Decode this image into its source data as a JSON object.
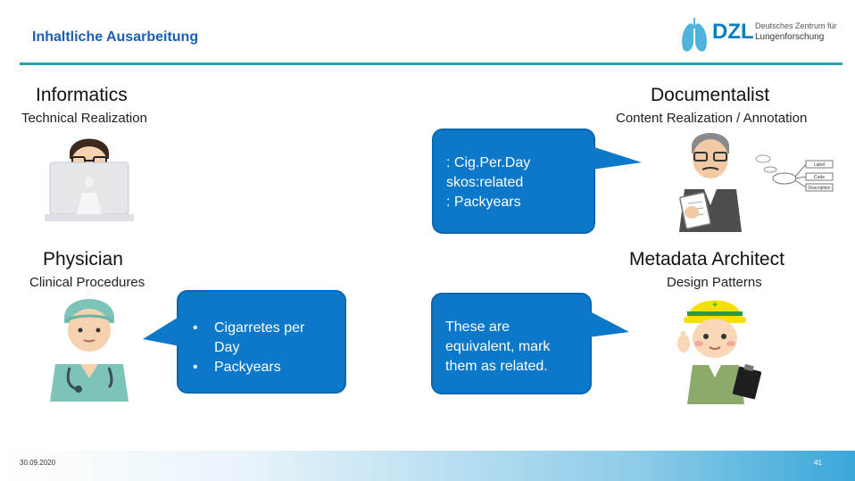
{
  "header": {
    "title": "Inhaltliche Ausarbeitung",
    "logo": {
      "mark": "DZL",
      "line1": "Deutsches Zentrum für",
      "line2": "Lungenforschung"
    }
  },
  "roles": {
    "informatics": {
      "title": "Informatics",
      "subtitle": "Technical Realization"
    },
    "documentalist": {
      "title": "Documentalist",
      "subtitle": "Content Realization / Annotation"
    },
    "physician": {
      "title": "Physician",
      "subtitle": "Clinical Procedures"
    },
    "metadata_architect": {
      "title": "Metadata Architect",
      "subtitle": "Design Patterns"
    }
  },
  "bubbles": {
    "documentalist": {
      "lines": [
        ": Cig.Per.Day",
        "skos:related",
        ": Packyears"
      ]
    },
    "physician": {
      "items": [
        "Cigarretes per Day",
        "Packyears"
      ]
    },
    "architect": {
      "lines": [
        "These are",
        "equivalent, mark",
        "them as related."
      ]
    }
  },
  "illustrations": {
    "documentalist_diagram": [
      "Label",
      "Code",
      "Description"
    ]
  },
  "footer": {
    "date": "30.09.2020",
    "page": "41"
  },
  "colors": {
    "bubble": "#0b78c9",
    "accent": "#2a9fb3",
    "title_blue": "#1a5fb4"
  }
}
